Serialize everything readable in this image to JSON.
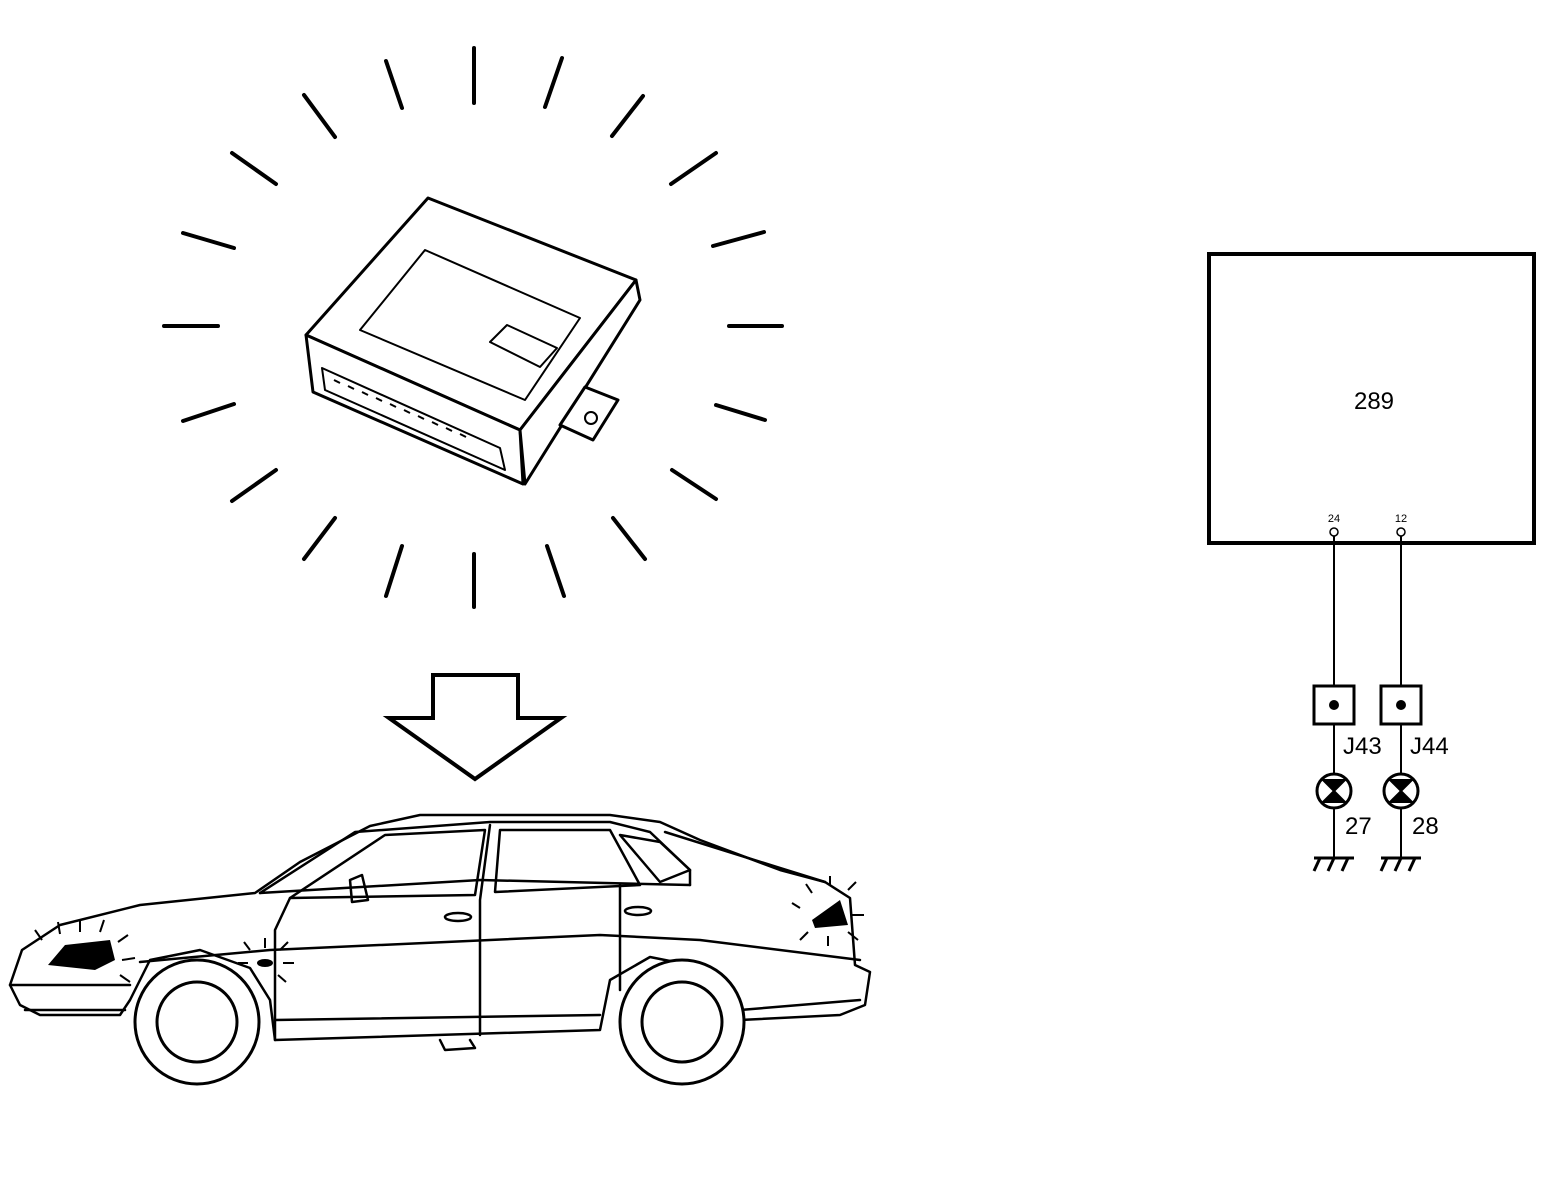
{
  "schematic": {
    "module": {
      "number": "289"
    },
    "pins": [
      {
        "number": "24",
        "connector": "J43",
        "lamp": "27"
      },
      {
        "number": "12",
        "connector": "J44",
        "lamp": "28"
      }
    ]
  },
  "illustration": {
    "control_unit": "flashing-control-unit-icon",
    "arrow": "down-arrow-icon",
    "vehicle": "hatchback-car-icon",
    "lights": [
      "headlight-flash",
      "side-indicator-flash",
      "tail-light-flash"
    ]
  }
}
